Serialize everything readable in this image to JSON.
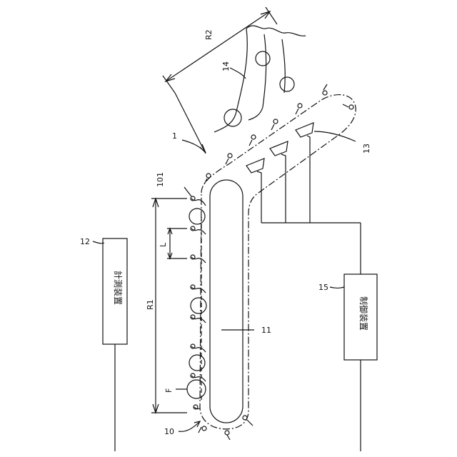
{
  "labels": {
    "ref_1": "1",
    "ref_10": "10",
    "ref_11": "11",
    "ref_12": "12",
    "ref_13": "13",
    "ref_14": "14",
    "ref_15": "15",
    "ref_101": "101",
    "dim_R1": "R1",
    "dim_R2": "R2",
    "dim_L": "L",
    "item_F": "F"
  },
  "boxes": {
    "measuring_device": "計測装置",
    "control_device": "制御装置"
  }
}
